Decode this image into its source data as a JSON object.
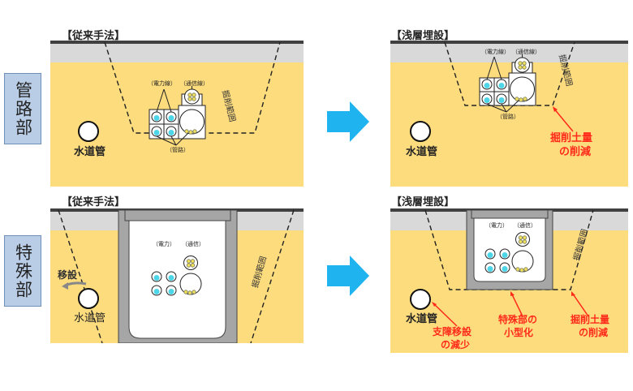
{
  "sections": [
    {
      "label": "管路部"
    },
    {
      "label": "特殊部"
    }
  ],
  "panels": {
    "top_left": {
      "title": "【従来手法】",
      "power_label": "（電力線）",
      "comm_label": "（通信線）",
      "duct_label": "（管路）",
      "range_label": "掘削範囲",
      "water_pipe": "水道管"
    },
    "top_right": {
      "title": "【浅層埋設】",
      "power_label": "（電力線）",
      "comm_label": "（通信線）",
      "duct_label": "（管路）",
      "range_label": "掘削範囲",
      "water_pipe": "水道管",
      "note_line1": "掘削土量",
      "note_line2": "の削減"
    },
    "bottom_left": {
      "title": "【従来手法】",
      "power_label": "（電力）",
      "comm_label": "（通信）",
      "range_label": "掘削範囲",
      "water_pipe": "水道管",
      "relocate_label": "移設"
    },
    "bottom_right": {
      "title": "【浅層埋設】",
      "power_label": "（電力）",
      "comm_label": "（通信）",
      "range_label": "掘削範囲",
      "water_pipe": "水道管",
      "note1_line1": "支障移設",
      "note1_line2": "の減少",
      "note2_line1": "特殊部の",
      "note2_line2": "小型化",
      "note3_line1": "掘削土量",
      "note3_line2": "の削減"
    }
  },
  "colors": {
    "soil": "#fddc7e",
    "pavement": "#d9d9d9",
    "road_surface": "#404040",
    "arrow": "#1fb3f0",
    "highlight": "#ff2a1a",
    "section_box": "#b9cde6",
    "cable_power": "#4dd6e8",
    "cable_comm": "#f3e35a"
  },
  "icons": {
    "arrow": "right-arrow-icon"
  }
}
